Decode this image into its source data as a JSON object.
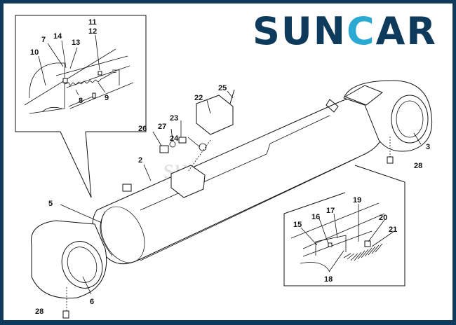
{
  "brand": {
    "name_part1": "SUN",
    "name_c": "C",
    "name_part2": "AR",
    "watermark": "suncar",
    "colors": {
      "navy": "#0e3a5b",
      "cyan": "#2aa9d2"
    }
  },
  "callouts": {
    "p2": "2",
    "p3": "3",
    "p5": "5",
    "p6": "6",
    "p7": "7",
    "p8": "8",
    "p9": "9",
    "p10": "10",
    "p11": "11",
    "p12": "12",
    "p13": "13",
    "p14": "14",
    "p15": "15",
    "p16": "16",
    "p17": "17",
    "p18": "18",
    "p19": "19",
    "p20": "20",
    "p21": "21",
    "p22": "22",
    "p23": "23",
    "p24": "24",
    "p25": "25",
    "p26": "26",
    "p27": "27",
    "p28a": "28",
    "p28b": "28"
  }
}
